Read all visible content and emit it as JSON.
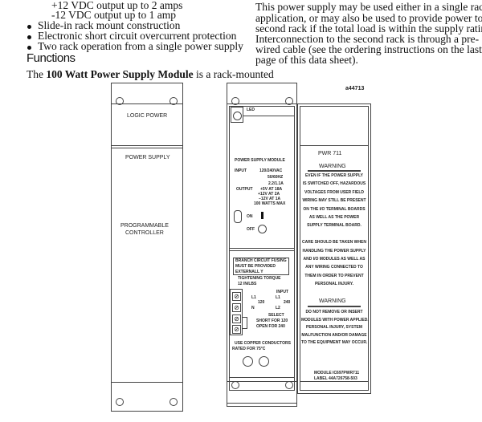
{
  "left_column": {
    "spec_lines": [
      "+12 VDC output up to 2 amps",
      "-12 VDC output up to  1 amp"
    ],
    "bullets": [
      "Slide-in rack mount construction",
      "Electronic short circuit overcurrent protection",
      "Two rack operation from a single power supply"
    ],
    "heading": "Functions",
    "para_prefix": "The ",
    "para_bold": "100 Watt Power Supply Module",
    "para_suffix": " is a rack-mounted"
  },
  "right_column": {
    "lines": [
      "This power supply may be used either in a single rack",
      "application, or may also be used to provide power to a",
      "second rack if the total load is within the supply rating.",
      "Interconnection to the second rack is through a pre-",
      "wired cable (see the ordering instructions on the last",
      "page of this data sheet)."
    ]
  },
  "figure": {
    "id": "a44713",
    "rack": {
      "logic_power": "LOGIC POWER",
      "power_supply": "POWER SUPPLY",
      "controller_1": "PROGRAMMABLE",
      "controller_2": "CONTROLLER"
    },
    "module": {
      "led": "LED",
      "title": "POWER SUPPLY MODULE",
      "input_label": "INPUT",
      "input_values": [
        "120/240VAC",
        "50/60HZ",
        "2.2/1.1A"
      ],
      "output_label": "OUTPUT",
      "output_values": [
        "+5V AT 18A",
        "+12V AT 2A",
        "−12V AT 1A",
        "100 WATTS MAX"
      ],
      "on": "ON",
      "off": "OFF",
      "fusing": [
        "BRANCH CIRCUIT FUSING",
        "MUST BE PROVIDED",
        "EXTERNALL Y"
      ],
      "torque": [
        "TIGHTENING TORQUE",
        "12 IN/LBS"
      ],
      "input_heading": "INPUT",
      "l1": "L1",
      "n": "N",
      "l2": "L2",
      "v120": "120",
      "v240": "240",
      "select": [
        "SELECT",
        "SHORT FOR 120",
        "OPEN FOR 240"
      ],
      "copper": [
        "USE COPPER CONDUCTORS",
        "RATED FOR 75°C"
      ]
    },
    "label": {
      "title": "PWR 711",
      "warning1": "WARNING",
      "warning1_lines": [
        "EVEN IF THE POWER SUPPLY",
        "IS SWITCHED OFF, HAZARDOUS",
        "VOLTAGES FROM USER FIELD",
        "WIRING MAY STILL BE PRESENT",
        "ON THE I/O TERMINAL BOARDS",
        "AS WELL AS THE POWER",
        "SUPPLY TERMINAL BOARD.",
        "",
        "CARE SHOULD BE TAKEN WHEN",
        "HANDLING THE POWER SUPPLY",
        "AND I/O MODULES AS WELL AS",
        "ANY WIRING CONNECTED TO",
        "THEM IN ORDER TO PREVENT",
        "PERSONAL INJURY."
      ],
      "warning2": "WARNING",
      "warning2_lines": [
        "DO NOT REMOVE OR INSERT",
        "MODULES WITH POWER APPLIED.",
        "PERSONAL INJURY, SYSTEM",
        "MALFUNCTION AND/OR DAMAGE",
        "TO THE EQUIPMENT MAY OCCUR."
      ],
      "module_line": "MODULE   IC697PWR711",
      "label_line": "LABEL   44A726758-503"
    }
  }
}
